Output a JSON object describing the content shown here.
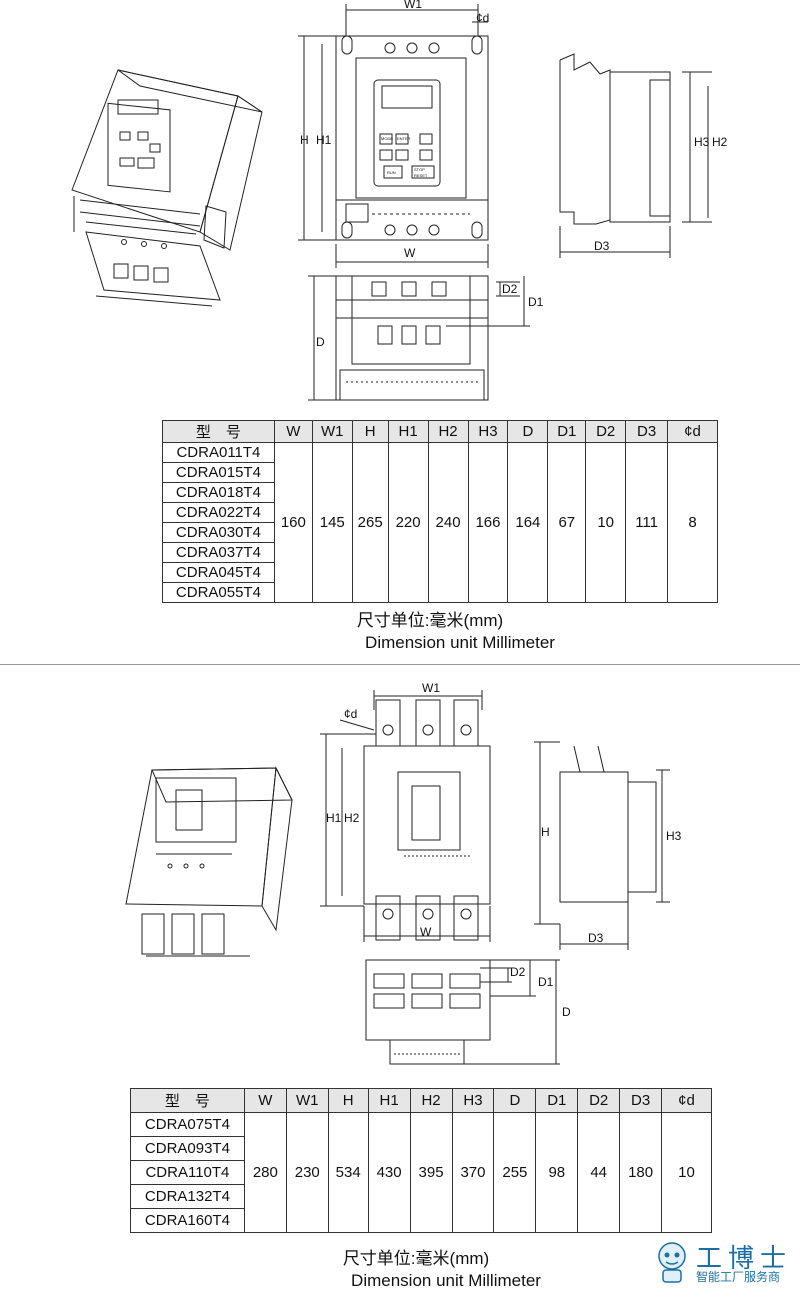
{
  "section1": {
    "dimension_labels": {
      "W1": "W1",
      "phi_d": "¢d",
      "H": "H",
      "H1": "H1",
      "W": "W",
      "H3": "H3",
      "H2": "H2",
      "D3": "D3",
      "D2": "D2",
      "D1": "D1",
      "D": "D"
    },
    "panel_keys": {
      "mode": "MODE",
      "enter": "ENTER",
      "run": "RUN",
      "stop": "STOP",
      "reset": "RESET"
    },
    "table": {
      "headers": [
        "型　号",
        "W",
        "W1",
        "H",
        "H1",
        "H2",
        "H3",
        "D",
        "D1",
        "D2",
        "D3",
        "¢d"
      ],
      "models": [
        "CDRA011T4",
        "CDRA015T4",
        "CDRA018T4",
        "CDRA022T4",
        "CDRA030T4",
        "CDRA037T4",
        "CDRA045T4",
        "CDRA055T4"
      ],
      "values": [
        "160",
        "145",
        "265",
        "220",
        "240",
        "166",
        "164",
        "67",
        "10",
        "111",
        "8"
      ]
    },
    "unit_cn": "尺寸单位:毫米(mm)",
    "unit_en": "Dimension unit Millimeter"
  },
  "section2": {
    "dimension_labels": {
      "W1": "W1",
      "phi_d": "¢d",
      "H1": "H1",
      "H2": "H2",
      "W": "W",
      "H": "H",
      "H3": "H3",
      "D3": "D3",
      "D2": "D2",
      "D1": "D1",
      "D": "D"
    },
    "table": {
      "headers": [
        "型　号",
        "W",
        "W1",
        "H",
        "H1",
        "H2",
        "H3",
        "D",
        "D1",
        "D2",
        "D3",
        "¢d"
      ],
      "models": [
        "CDRA075T4",
        "CDRA093T4",
        "CDRA110T4",
        "CDRA132T4",
        "CDRA160T4"
      ],
      "values": [
        "280",
        "230",
        "534",
        "430",
        "395",
        "370",
        "255",
        "98",
        "44",
        "180",
        "10"
      ]
    },
    "unit_cn": "尺寸单位:毫米(mm)",
    "unit_en": "Dimension unit Millimeter"
  },
  "watermark": {
    "title": "工博士",
    "subtitle": "智能工厂服务商"
  },
  "colors": {
    "line": "#222222",
    "header_bg": "#e6e6e6",
    "brand": "#1d6fa3"
  }
}
